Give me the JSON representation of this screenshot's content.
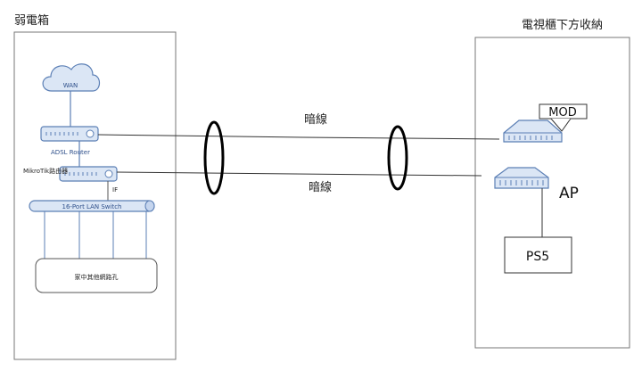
{
  "left_box": {
    "title": "弱電箱"
  },
  "right_box": {
    "title": "電視櫃下方收納"
  },
  "devices": {
    "wan": "WAN",
    "adsl_router": "ADSL Router",
    "mikrotik": "MikroTik路由器",
    "if_label": "IF",
    "switch": "16-Port LAN Switch",
    "outlets": "家中其他網路孔",
    "mod": "MOD",
    "ap": "AP",
    "ps5": "PS5"
  },
  "cables": {
    "top": "暗線",
    "bottom": "暗線"
  },
  "colors": {
    "device_fill": "#dbe6f5",
    "device_stroke": "#5b7fb5",
    "device_label": "#2e4f8a",
    "link": "#5b7fb5",
    "line": "#333333",
    "ellipse": "#000000"
  }
}
